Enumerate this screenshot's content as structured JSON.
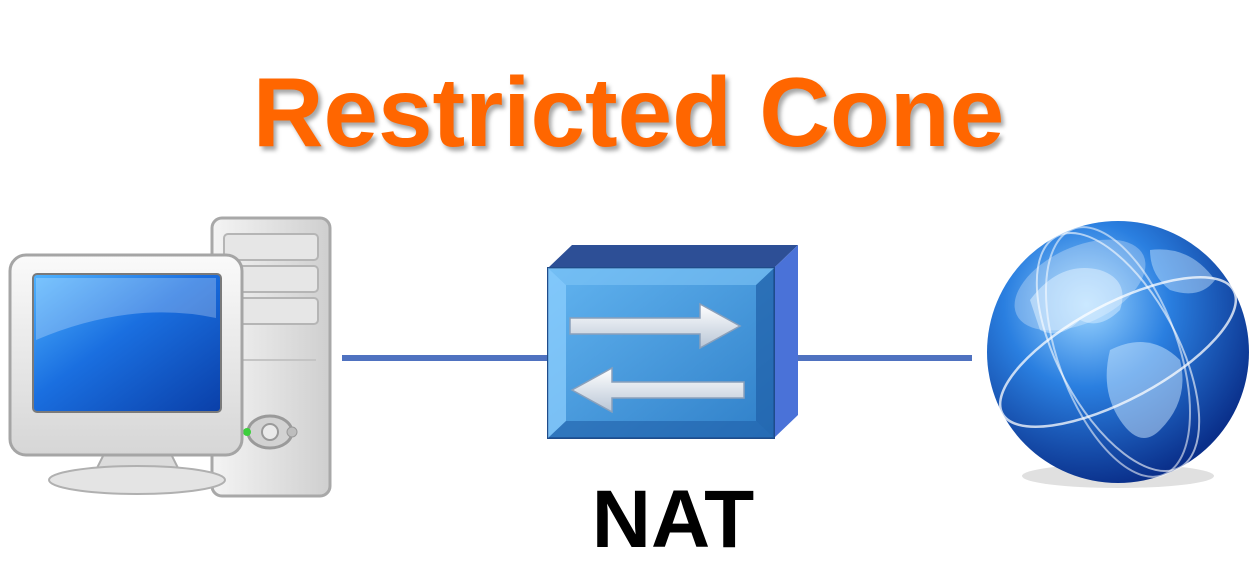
{
  "title": "Restricted Cone",
  "nat_label": "NAT",
  "colors": {
    "title": "#ff6600",
    "link_line": "#4f72c0",
    "nat_face": "#3d8ed2",
    "globe": "#1a5fc4"
  },
  "nodes": [
    {
      "name": "computer",
      "icon": "desktop-computer-icon"
    },
    {
      "name": "nat",
      "icon": "nat-router-icon"
    },
    {
      "name": "internet",
      "icon": "globe-icon"
    }
  ]
}
